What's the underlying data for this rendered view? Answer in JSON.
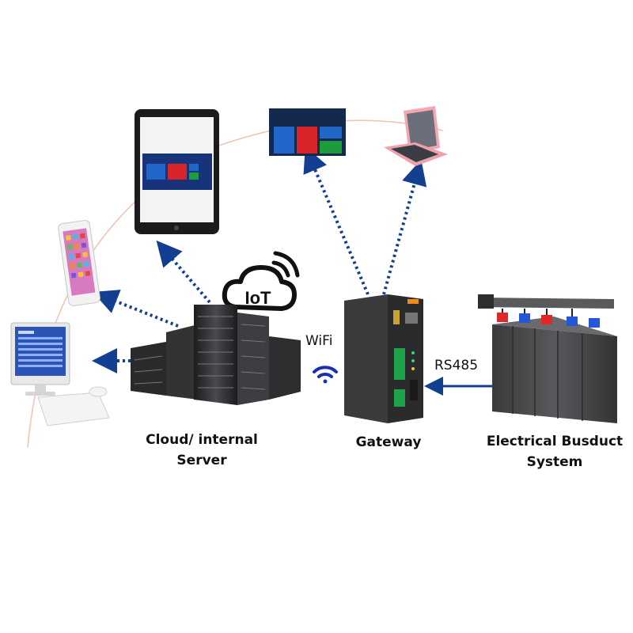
{
  "labels": {
    "iot": "IoT",
    "wifi": "WiFi",
    "rs485": "RS485",
    "server_line1": "Cloud/ internal",
    "server_line2": "Server",
    "gateway": "Gateway",
    "busduct_line1": "Electrical Busduct",
    "busduct_line2": "System"
  },
  "colors": {
    "arrow": "#123f8f",
    "arc": "#f0c2b0",
    "wifi": "#1a2fb8",
    "device_dark": "#2b2b2d",
    "screen_blue": "#17347a"
  },
  "icons": [
    "tablet-icon",
    "monitor-icon",
    "laptop-icon",
    "smartphone-icon",
    "desktop-pc-icon",
    "cloud-icon",
    "server-rack-icon",
    "wifi-icon",
    "gateway-device-icon",
    "busduct-cabinet-icon"
  ]
}
